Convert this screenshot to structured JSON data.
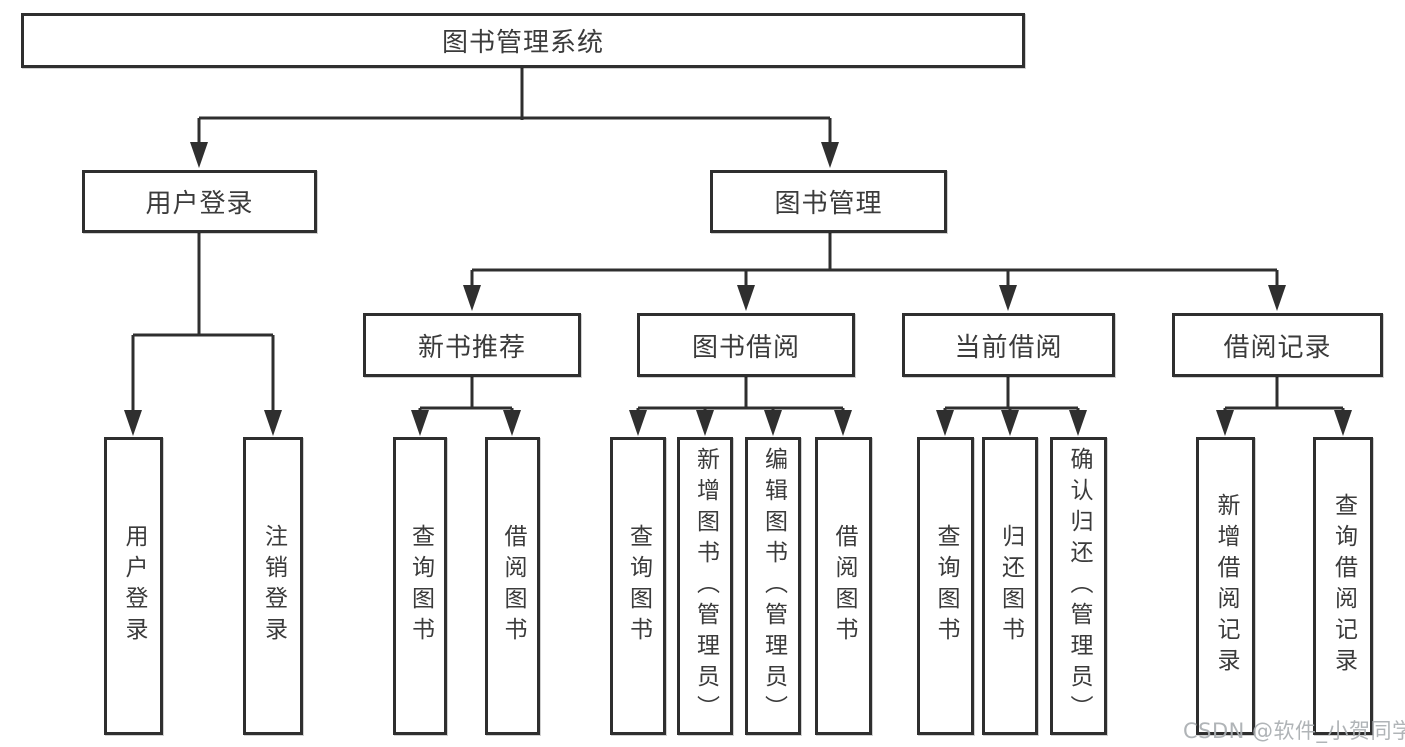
{
  "diagram": {
    "root": {
      "label": "图书管理系统"
    },
    "level2": [
      {
        "label": "用户登录"
      },
      {
        "label": "图书管理"
      }
    ],
    "level3": [
      {
        "label": "新书推荐"
      },
      {
        "label": "图书借阅"
      },
      {
        "label": "当前借阅"
      },
      {
        "label": "借阅记录"
      }
    ],
    "leaves": [
      {
        "label": "用户登录"
      },
      {
        "label": "注销登录"
      },
      {
        "label": "查询图书"
      },
      {
        "label": "借阅图书"
      },
      {
        "label": "查询图书"
      },
      {
        "label": "新增图书（管理员）"
      },
      {
        "label": "编辑图书（管理员）"
      },
      {
        "label": "借阅图书"
      },
      {
        "label": "查询图书"
      },
      {
        "label": "归还图书"
      },
      {
        "label": "确认归还（管理员）"
      },
      {
        "label": "新增借阅记录"
      },
      {
        "label": "查询借阅记录"
      }
    ],
    "watermark": "CSDN @软件_小贺同学",
    "colors": {
      "line": "#2f2f2f",
      "text": "#3b3b3b",
      "box_background": "#ffffff",
      "watermark": "#acb0b3"
    }
  }
}
